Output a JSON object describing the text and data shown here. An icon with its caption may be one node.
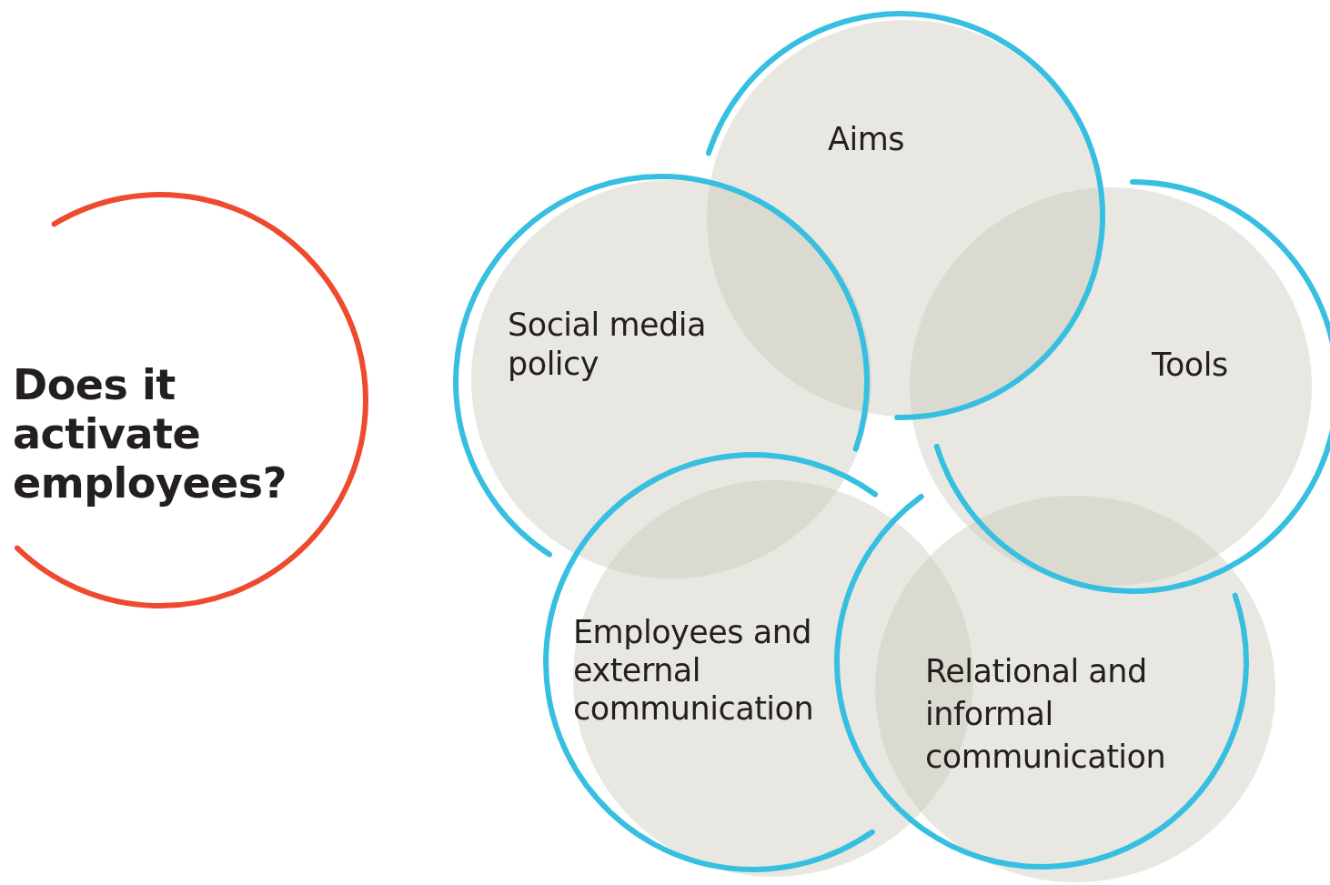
{
  "diagram": {
    "nodes": [
      {
        "text": [
          "Does it activate employees?"
        ]
      },
      {
        "text": [
          "Aims"
        ]
      },
      {
        "text": [
          "Social media policy"
        ]
      },
      {
        "text": [
          "Tools"
        ]
      },
      {
        "text": [
          "Employees and external communication"
        ]
      },
      {
        "text": [
          "Relational and informal communication"
        ]
      }
    ]
  }
}
